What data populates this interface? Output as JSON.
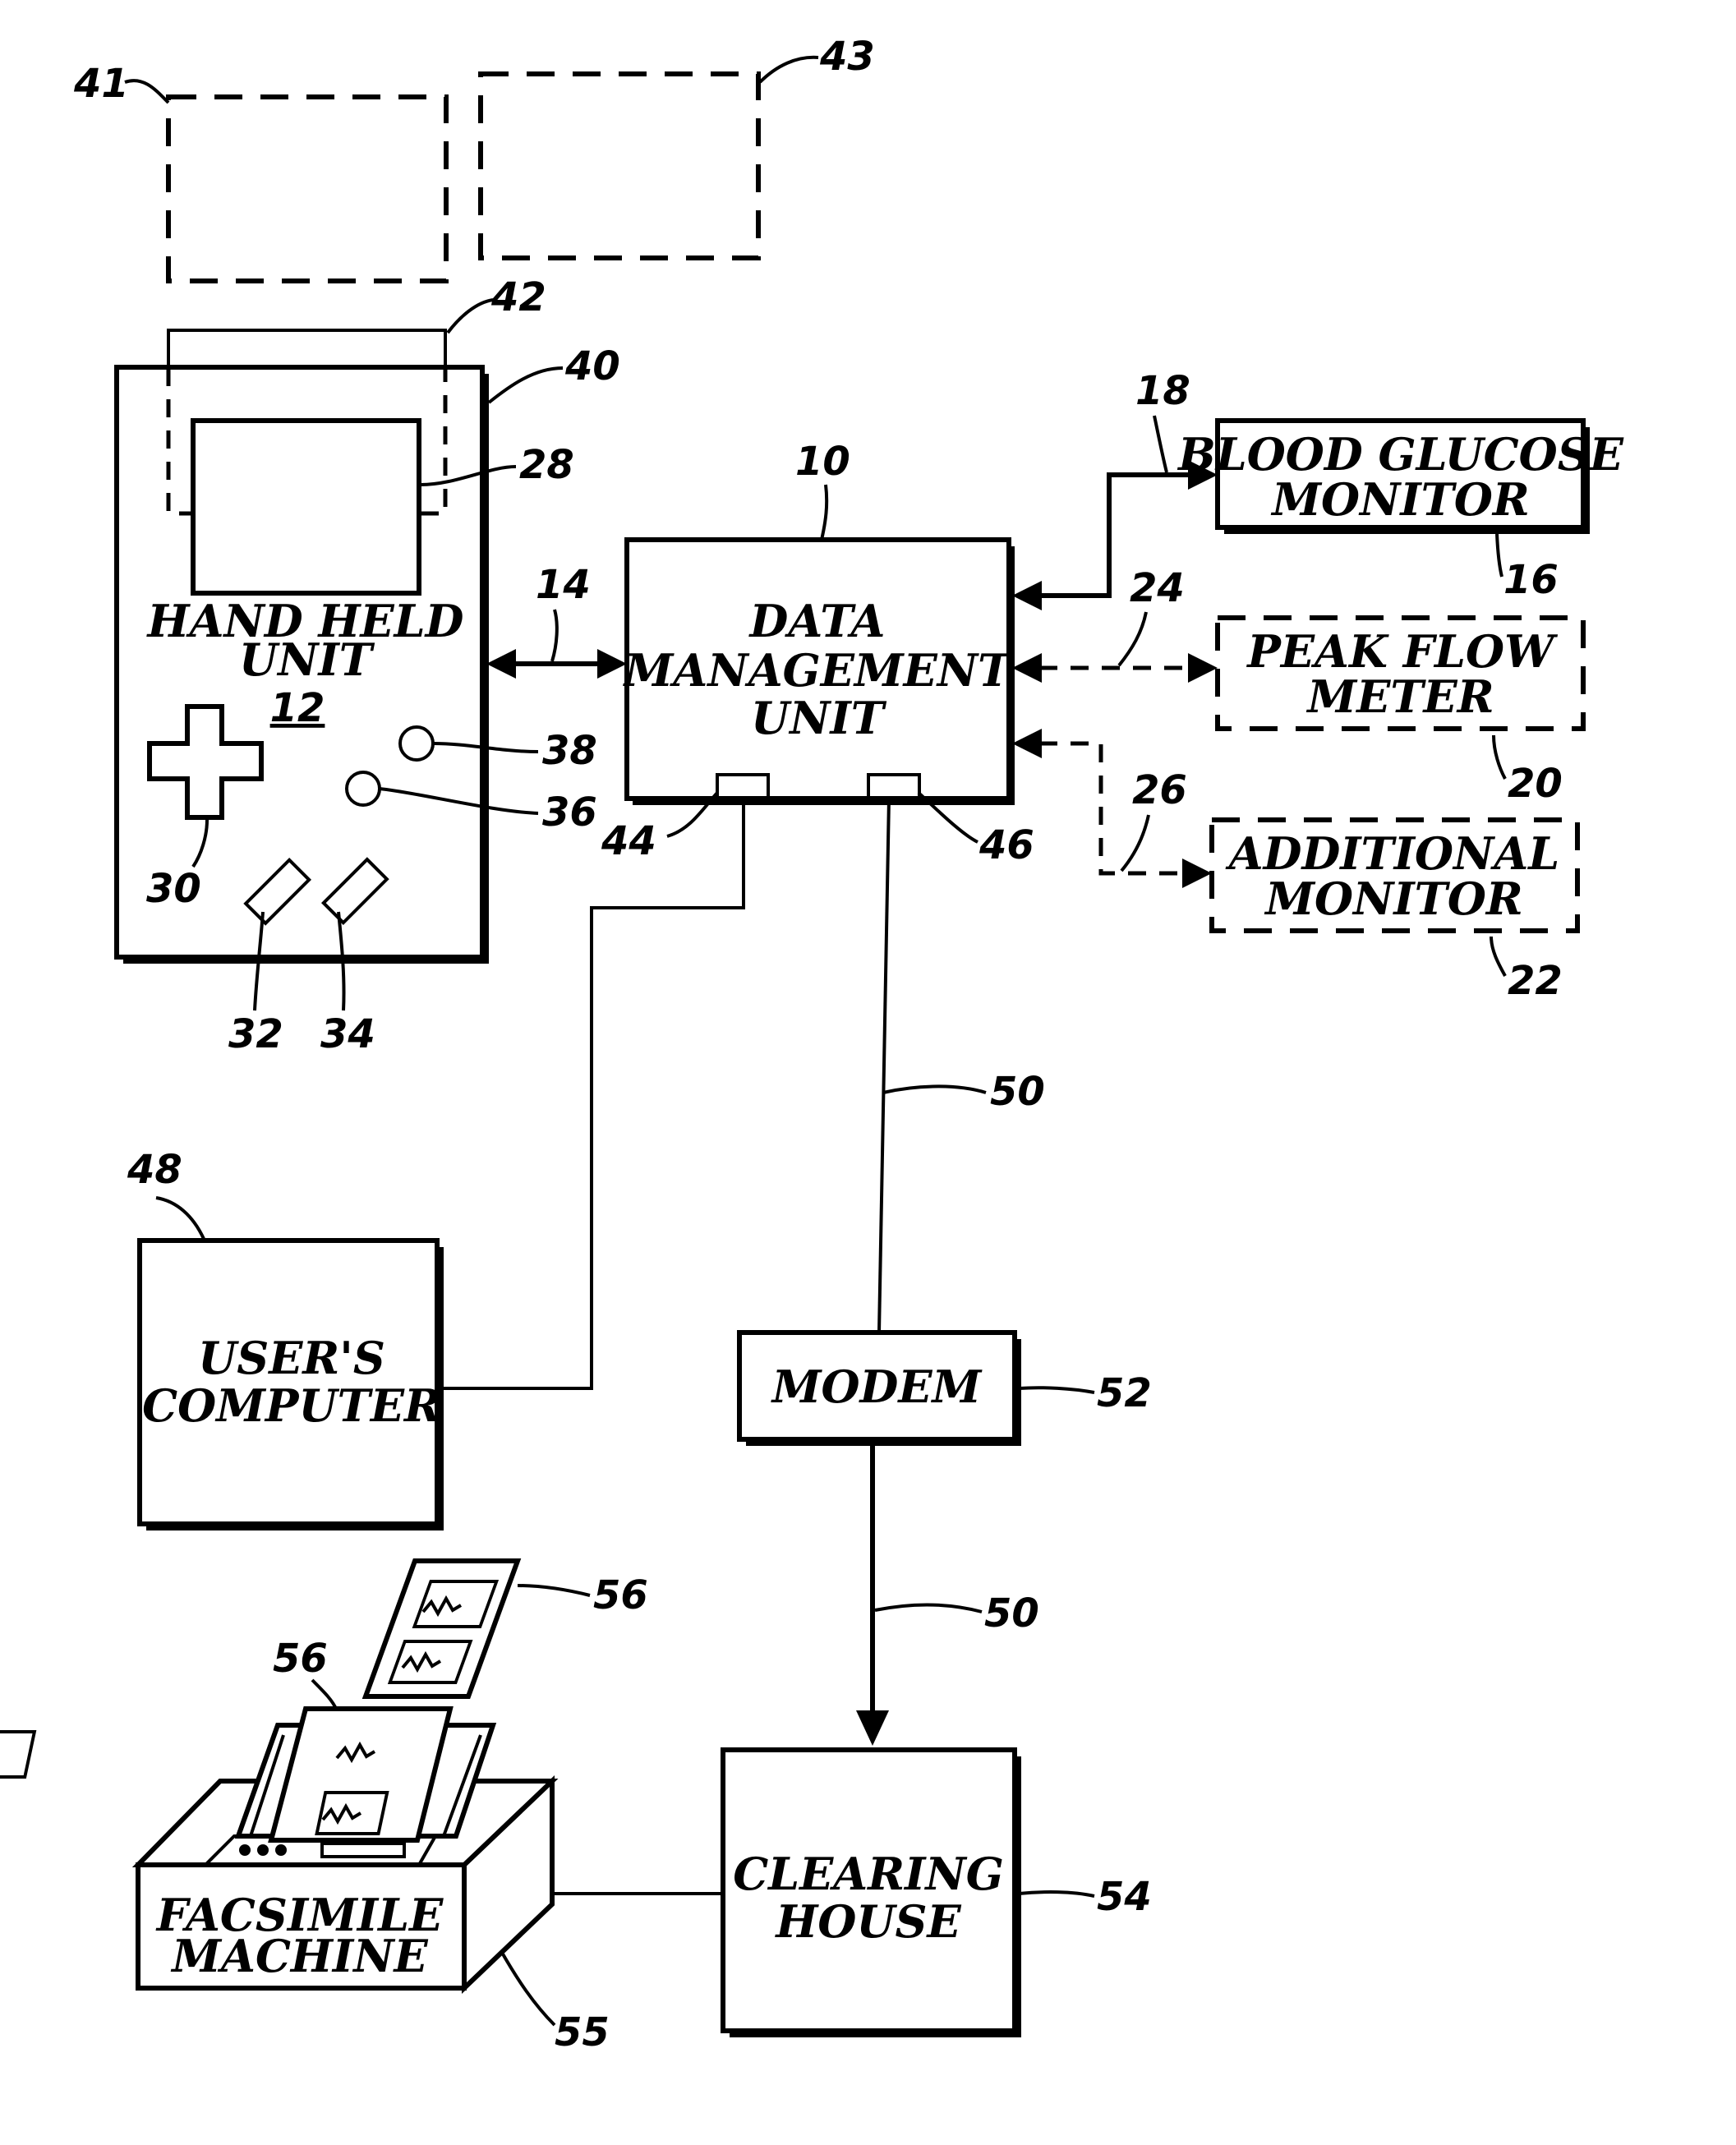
{
  "nodes": {
    "hand_held_unit": {
      "line1": "HAND  HELD",
      "line2": "UNIT",
      "ref": "12"
    },
    "data_management_unit": {
      "line1": "DATA",
      "line2": "MANAGEMENT",
      "line3": "UNIT"
    },
    "blood_glucose_monitor": {
      "line1": "BLOOD  GLUCOSE",
      "line2": "MONITOR"
    },
    "peak_flow_meter": {
      "line1": "PEAK  FLOW",
      "line2": "METER"
    },
    "additional_monitor": {
      "line1": "ADDITIONAL",
      "line2": "MONITOR"
    },
    "users_computer": {
      "line1": "USER'S",
      "line2": "COMPUTER"
    },
    "modem": {
      "line1": "MODEM"
    },
    "clearing_house": {
      "line1": "CLEARING",
      "line2": "HOUSE"
    },
    "facsimile_machine": {
      "line1": "FACSIMILE",
      "line2": "MACHINE"
    }
  },
  "refs": {
    "r41": "41",
    "r43": "43",
    "r42": "42",
    "r40": "40",
    "r28": "28",
    "r10": "10",
    "r18": "18",
    "r16": "16",
    "r14": "14",
    "r24": "24",
    "r20": "20",
    "r26": "26",
    "r22": "22",
    "r38": "38",
    "r36": "36",
    "r30": "30",
    "r32": "32",
    "r34": "34",
    "r44": "44",
    "r46": "46",
    "r50a": "50",
    "r48": "48",
    "r52": "52",
    "r50b": "50",
    "r56a": "56",
    "r56b": "56",
    "r54": "54",
    "r55": "55"
  }
}
